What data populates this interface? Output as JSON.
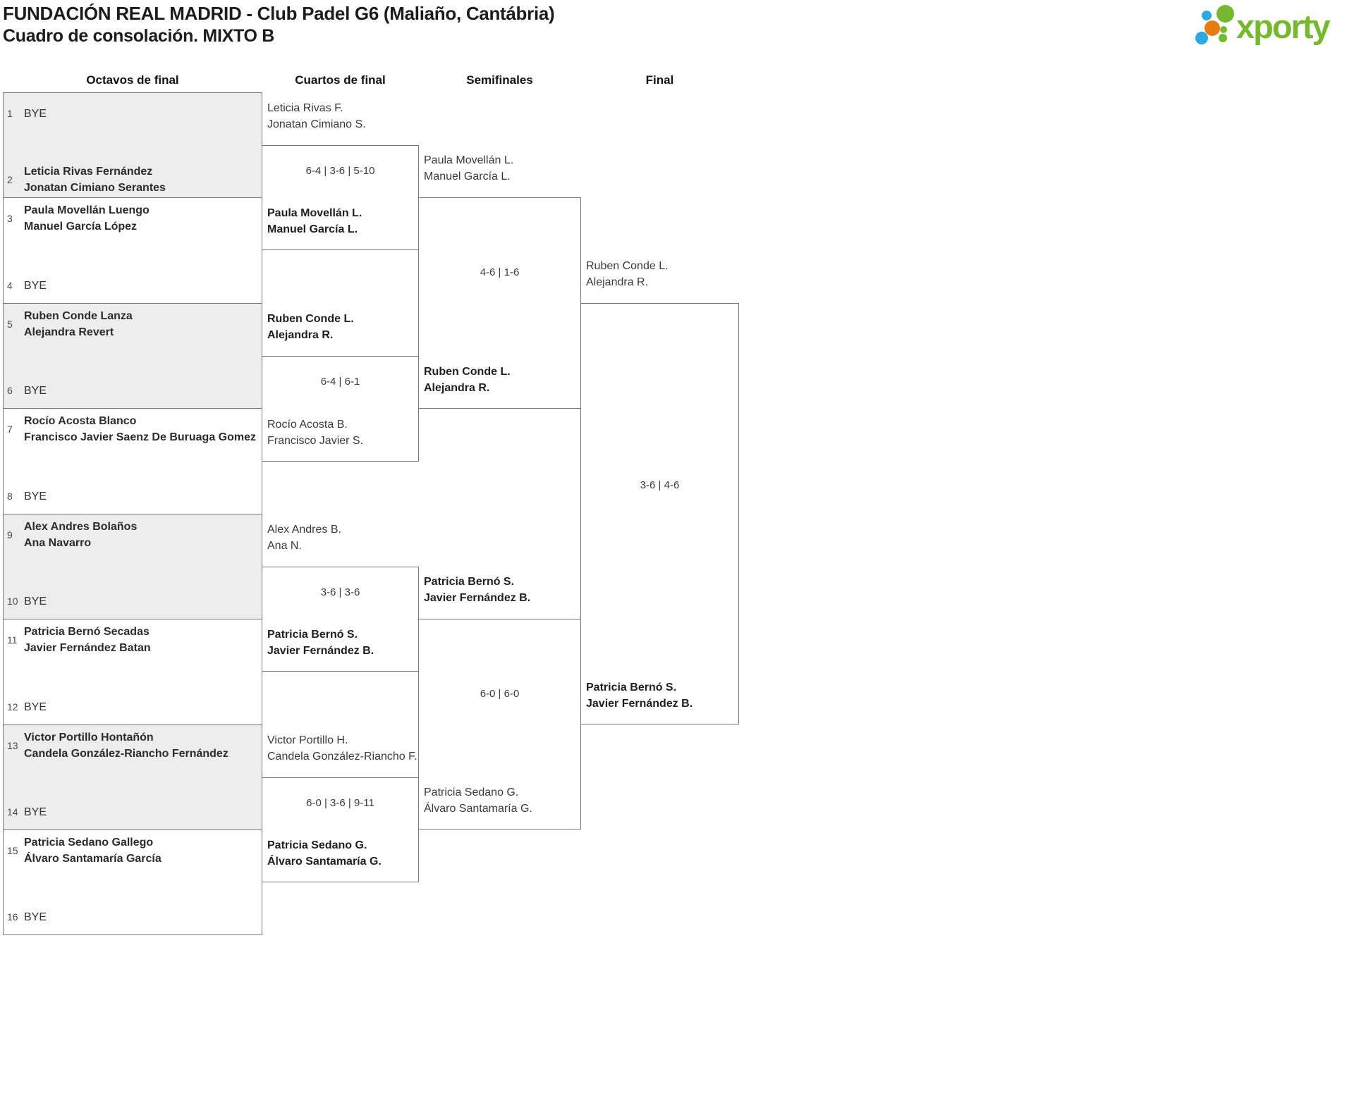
{
  "header": {
    "title": "FUNDACIÓN REAL MADRID - Club Padel G6 (Maliaño, Cantábria)",
    "subtitle": "Cuadro de consolación. MIXTO B"
  },
  "logo": {
    "text": "xporty",
    "green": "#76b82e",
    "blue": "#2ba9e0",
    "orange": "#e87a12"
  },
  "columns": [
    "Octavos de final",
    "Cuartos de final",
    "Semifinales",
    "Final"
  ],
  "round1": [
    {
      "seed": "1",
      "names": "BYE",
      "bye": true
    },
    {
      "seed": "2",
      "names": "Leticia Rivas Fernández\nJonatan Cimiano Serantes",
      "bye": false
    },
    {
      "seed": "3",
      "names": "Paula Movellán Luengo\nManuel García López",
      "bye": false
    },
    {
      "seed": "4",
      "names": "BYE",
      "bye": true
    },
    {
      "seed": "5",
      "names": "Ruben Conde Lanza\nAlejandra Revert",
      "bye": false
    },
    {
      "seed": "6",
      "names": "BYE",
      "bye": true
    },
    {
      "seed": "7",
      "names": "Rocío Acosta Blanco\nFrancisco Javier Saenz De Buruaga Gomez",
      "bye": false
    },
    {
      "seed": "8",
      "names": "BYE",
      "bye": true
    },
    {
      "seed": "9",
      "names": "Alex Andres Bolaños\nAna Navarro",
      "bye": false
    },
    {
      "seed": "10",
      "names": "BYE",
      "bye": true
    },
    {
      "seed": "11",
      "names": "Patricia Bernó Secadas\nJavier Fernández Batan",
      "bye": false
    },
    {
      "seed": "12",
      "names": "BYE",
      "bye": true
    },
    {
      "seed": "13",
      "names": "Victor Portillo Hontañón\nCandela González-Riancho Fernández",
      "bye": false
    },
    {
      "seed": "14",
      "names": "BYE",
      "bye": true
    },
    {
      "seed": "15",
      "names": "Patricia Sedano Gallego\nÁlvaro Santamaría García",
      "bye": false
    },
    {
      "seed": "16",
      "names": "BYE",
      "bye": true
    }
  ],
  "quarterfinals": [
    {
      "top": {
        "names": "Leticia Rivas F.\nJonatan Cimiano S.",
        "winner": false
      },
      "score": "6-4 | 3-6 | 5-10",
      "bottom": {
        "names": "Paula Movellán L.\nManuel García L.",
        "winner": true
      }
    },
    {
      "top": {
        "names": "Ruben Conde L.\nAlejandra R.",
        "winner": true
      },
      "score": "6-4 | 6-1",
      "bottom": {
        "names": "Rocío Acosta B.\nFrancisco Javier S.",
        "winner": false
      }
    },
    {
      "top": {
        "names": "Alex Andres B.\nAna N.",
        "winner": false
      },
      "score": "3-6 | 3-6",
      "bottom": {
        "names": "Patricia Bernó S.\nJavier Fernández B.",
        "winner": true
      }
    },
    {
      "top": {
        "names": "Victor Portillo H.\nCandela González-Riancho F.",
        "winner": false
      },
      "score": "6-0 | 3-6 | 9-11",
      "bottom": {
        "names": "Patricia Sedano G.\nÁlvaro Santamaría G.",
        "winner": true
      }
    }
  ],
  "semifinals": [
    {
      "top": {
        "names": "Paula Movellán L.\nManuel García L.",
        "winner": false
      },
      "score": "4-6 | 1-6",
      "bottom": {
        "names": "Ruben Conde L.\nAlejandra R.",
        "winner": true
      }
    },
    {
      "top": {
        "names": "Patricia Bernó S.\nJavier Fernández B.",
        "winner": true
      },
      "score": "6-0 | 6-0",
      "bottom": {
        "names": "Patricia Sedano G.\nÁlvaro Santamaría G.",
        "winner": false
      }
    }
  ],
  "final": {
    "top": {
      "names": "Ruben Conde L.\nAlejandra R.",
      "winner": false
    },
    "score": "3-6 | 4-6",
    "bottom": {
      "names": "Patricia Bernó S.\nJavier Fernández B.",
      "winner": true
    }
  }
}
